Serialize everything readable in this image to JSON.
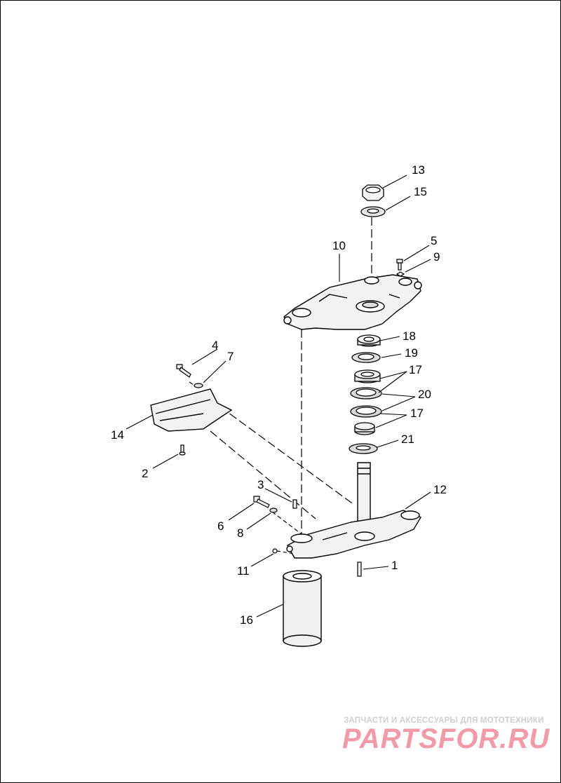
{
  "callouts": [
    {
      "id": "c1",
      "label": "1"
    },
    {
      "id": "c2",
      "label": "2"
    },
    {
      "id": "c3",
      "label": "3"
    },
    {
      "id": "c4",
      "label": "4"
    },
    {
      "id": "c5",
      "label": "5"
    },
    {
      "id": "c6",
      "label": "6"
    },
    {
      "id": "c7",
      "label": "7"
    },
    {
      "id": "c8",
      "label": "8"
    },
    {
      "id": "c9",
      "label": "9"
    },
    {
      "id": "c10",
      "label": "10"
    },
    {
      "id": "c11",
      "label": "11"
    },
    {
      "id": "c12",
      "label": "12"
    },
    {
      "id": "c13",
      "label": "13"
    },
    {
      "id": "c14",
      "label": "14"
    },
    {
      "id": "c15",
      "label": "15"
    },
    {
      "id": "c16",
      "label": "16"
    },
    {
      "id": "c17a",
      "label": "17"
    },
    {
      "id": "c17b",
      "label": "17"
    },
    {
      "id": "c18",
      "label": "18"
    },
    {
      "id": "c19",
      "label": "19"
    },
    {
      "id": "c20",
      "label": "20"
    },
    {
      "id": "c21",
      "label": "21"
    }
  ],
  "watermark": {
    "tagline": "ЗАПЧАСТИ И АКСЕССУАРЫ ДЛЯ МОТОТЕХНИКИ",
    "brand": "PARTSFOR.RU"
  }
}
